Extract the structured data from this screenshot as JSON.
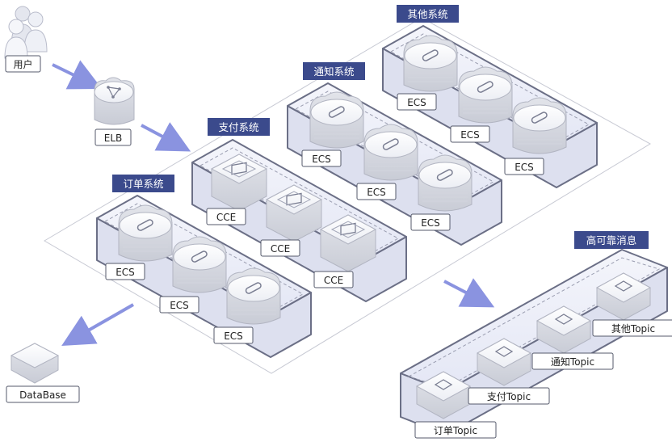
{
  "user_label": "用户",
  "elb_label": "ELB",
  "database_label": "DataBase",
  "groups": {
    "order": {
      "title": "订单系统",
      "nodes": [
        "ECS",
        "ECS",
        "ECS"
      ]
    },
    "pay": {
      "title": "支付系统",
      "nodes": [
        "CCE",
        "CCE",
        "CCE"
      ]
    },
    "notify": {
      "title": "通知系统",
      "nodes": [
        "ECS",
        "ECS",
        "ECS"
      ]
    },
    "other": {
      "title": "其他系统",
      "nodes": [
        "ECS",
        "ECS",
        "ECS"
      ]
    },
    "mq": {
      "title": "高可靠消息",
      "nodes": [
        "订单Topic",
        "支付Topic",
        "通知Topic",
        "其他Topic"
      ]
    }
  },
  "colors": {
    "title_bg": "#3b4a8c",
    "arrow": "#8a93e0",
    "box_stroke": "#6b6f86",
    "box_fill": "#eef0fa"
  },
  "icons": {
    "user": "users-icon",
    "elb": "load-balancer-icon",
    "ecs": "server-icon",
    "cce": "container-icon",
    "topic": "message-topic-icon",
    "database": "database-icon"
  }
}
